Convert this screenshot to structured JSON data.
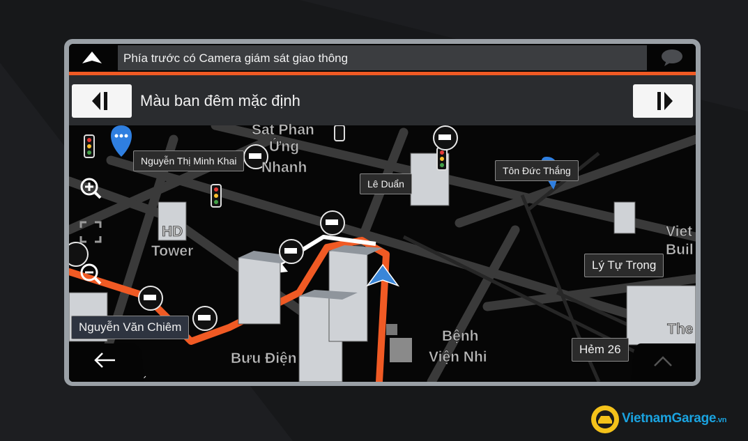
{
  "alert": {
    "text": "Phía trước có Camera giám sát giao thông"
  },
  "header": {
    "title": "Màu ban đêm mặc định"
  },
  "streets": [
    {
      "id": "nguyen-thi-minh-khai",
      "label": "Nguyễn Thị Minh Khai"
    },
    {
      "id": "le-duan",
      "label": "Lê Duẩn"
    },
    {
      "id": "ton-duc-thang",
      "label": "Tôn Đức Thắng"
    },
    {
      "id": "ly-tu-trong",
      "label": "Lý Tự Trọng"
    },
    {
      "id": "nguyen-van-chiem",
      "label": "Nguyễn Văn Chiêm"
    },
    {
      "id": "hem-26",
      "label": "Hẻm 26"
    }
  ],
  "pois": {
    "sat_phan": "Sat Phan",
    "ung": "Ứng",
    "nhanh": "Nhanh",
    "hd": "HD",
    "tower": "Tower",
    "buu_dien": "Bưu Điện",
    "benh": "Bệnh",
    "vien_nhi": "Viện Nhi",
    "viet": "Viet",
    "buil": "Buil",
    "the": "The"
  },
  "logo": {
    "name": "VietnamGarage",
    "tld": ".vn"
  },
  "colors": {
    "accent": "#f05a24",
    "route": "#f05a24",
    "panel": "#2a2c2f",
    "brand": "#1aa3e0"
  },
  "icons": [
    "up-arrow-icon",
    "chat-bubble-icon",
    "chevron-left-icon",
    "chevron-right-icon",
    "zoom-in-icon",
    "fit-screen-icon",
    "zoom-out-icon",
    "back-arrow-icon",
    "chevron-up-icon",
    "traffic-light-icon",
    "speed-camera-icon",
    "location-pin-icon",
    "navigation-arrow-icon"
  ]
}
